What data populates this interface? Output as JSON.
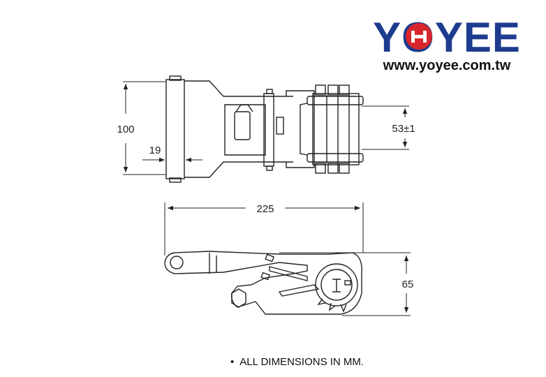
{
  "brand": {
    "logo_text": "YOYEE",
    "website": "www.yoyee.com.tw",
    "logo_color": "#1d3b8f",
    "accent_color": "#d7262b"
  },
  "dimensions": {
    "height": "100",
    "strap_thickness": "19",
    "strap_width": "53±1",
    "length": "225",
    "side_height": "65"
  },
  "note": {
    "bullet": "•",
    "text": "ALL DIMENSIONS IN MM."
  },
  "colors": {
    "line": "#222222"
  }
}
